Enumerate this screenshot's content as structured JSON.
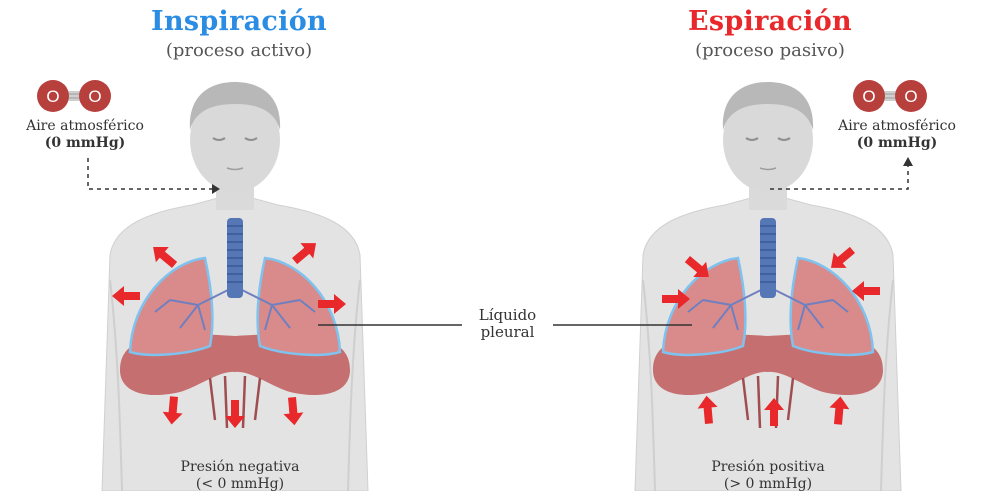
{
  "left": {
    "title": "Inspiración",
    "subtitle": "(proceso activo)",
    "air_label": "Aire atmosférico",
    "air_value": "(0 mmHg)",
    "pressure_label": "Presión negativa",
    "pressure_value": "(< 0 mmHg)",
    "title_color": "#2a8de3"
  },
  "right": {
    "title": "Espiración",
    "subtitle": "(proceso pasivo)",
    "air_label": "Aire atmosférico",
    "air_value": "(0 mmHg)",
    "pressure_label": "Presión positiva",
    "pressure_value": "(> 0 mmHg)",
    "title_color": "#e8282b"
  },
  "center": {
    "pleural_label_line1": "Líquido",
    "pleural_label_line2": "pleural"
  },
  "colors": {
    "arrow": "#e8282b",
    "body": "#e3e3e3",
    "lung": "#d98b8b",
    "diaphragm": "#c66f70",
    "pleura": "#7ec3ef",
    "trachea": "#5577b5",
    "oxygen": "#b8403c"
  },
  "icons": [
    "oxygen-molecule-icon",
    "human-torso",
    "lungs",
    "trachea",
    "diaphragm",
    "pressure-arrow"
  ]
}
